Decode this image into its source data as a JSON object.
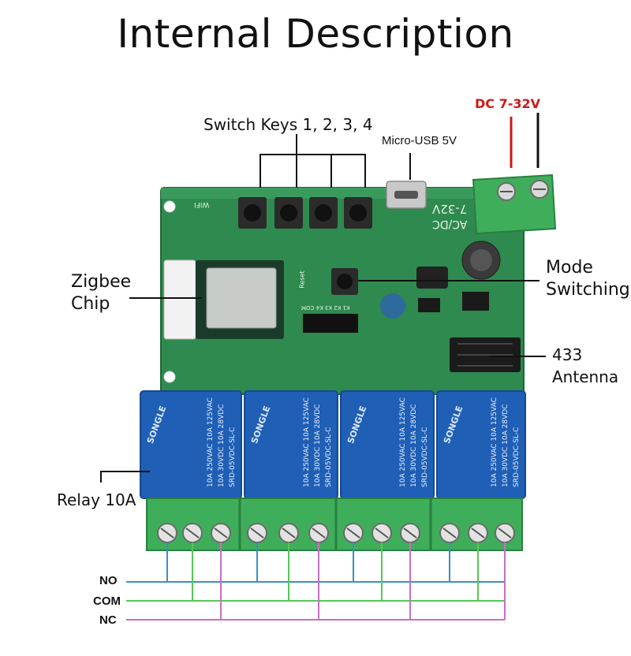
{
  "title": "Internal Description",
  "labels": {
    "switch_keys": "Switch Keys 1, 2, 3, 4",
    "micro_usb": "Micro-USB 5V",
    "dc_input": "DC  7-32V",
    "zigbee_line1": "Zigbee",
    "zigbee_line2": "Chip",
    "mode_line1": "Mode",
    "mode_line2": "Switching",
    "antenna_line1": "433",
    "antenna_line2": "Antenna",
    "relay": "Relay 10A",
    "no": "NO",
    "com": "COM",
    "nc": "NC"
  },
  "board": {
    "silk_power": "7-32V",
    "silk_acdc": "AC/DC",
    "silk_wifi": "WIFI",
    "silk_reset": "Reset",
    "silk_header": "K1 K2 K3 K4 COM",
    "relay_text": [
      "10A 250VAC 10A 125VAC",
      "10A 30VDC 10A 28VDC",
      "SRD-05VDC-SL-C"
    ],
    "relay_brand": "SONGLE"
  },
  "colors": {
    "pcb": "#2e8a4e",
    "relay": "#1f5fb5",
    "terminal": "#3fae5a",
    "no_wire": "#3a8fc7",
    "com_wire": "#55c755",
    "nc_wire": "#c76fc7",
    "dc_positive": "#d01818",
    "dc_label": "#d01818"
  }
}
